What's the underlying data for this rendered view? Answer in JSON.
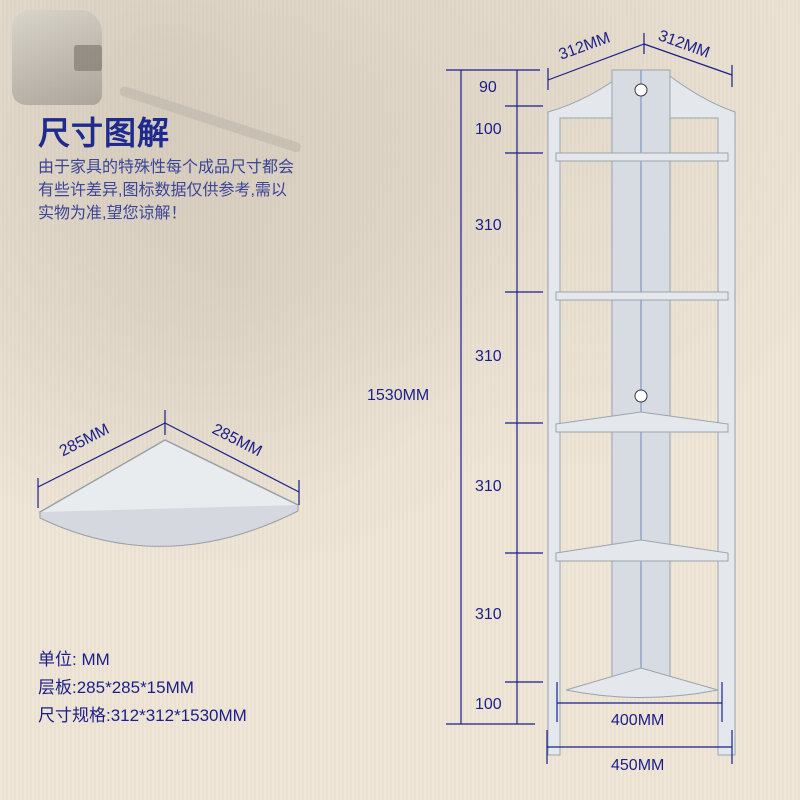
{
  "heading": {
    "title": "尺寸图解",
    "description_lines": [
      "由于家具的特殊性每个成品尺寸都会",
      "有些许差异,图标数据仅供参考,需以",
      "实物为准,望您谅解！"
    ]
  },
  "shelf_panel": {
    "left_edge_label": "285MM",
    "right_edge_label": "285MM"
  },
  "specs": {
    "unit": "单位: MM",
    "panel": "层板:285*285*15MM",
    "overall": "尺寸规格:312*312*1530MM"
  },
  "rack_dimensions": {
    "top_left_width": "312MM",
    "top_right_width": "312MM",
    "total_height": "1530MM",
    "segments": [
      "90",
      "100",
      "310",
      "310",
      "310",
      "310",
      "100"
    ],
    "inner_base_width": "400MM",
    "outer_base_width": "450MM"
  },
  "colors": {
    "dimension_ink": "#1a1f8a",
    "title_ink": "#1f2a8f",
    "background": "#eee5d6"
  }
}
